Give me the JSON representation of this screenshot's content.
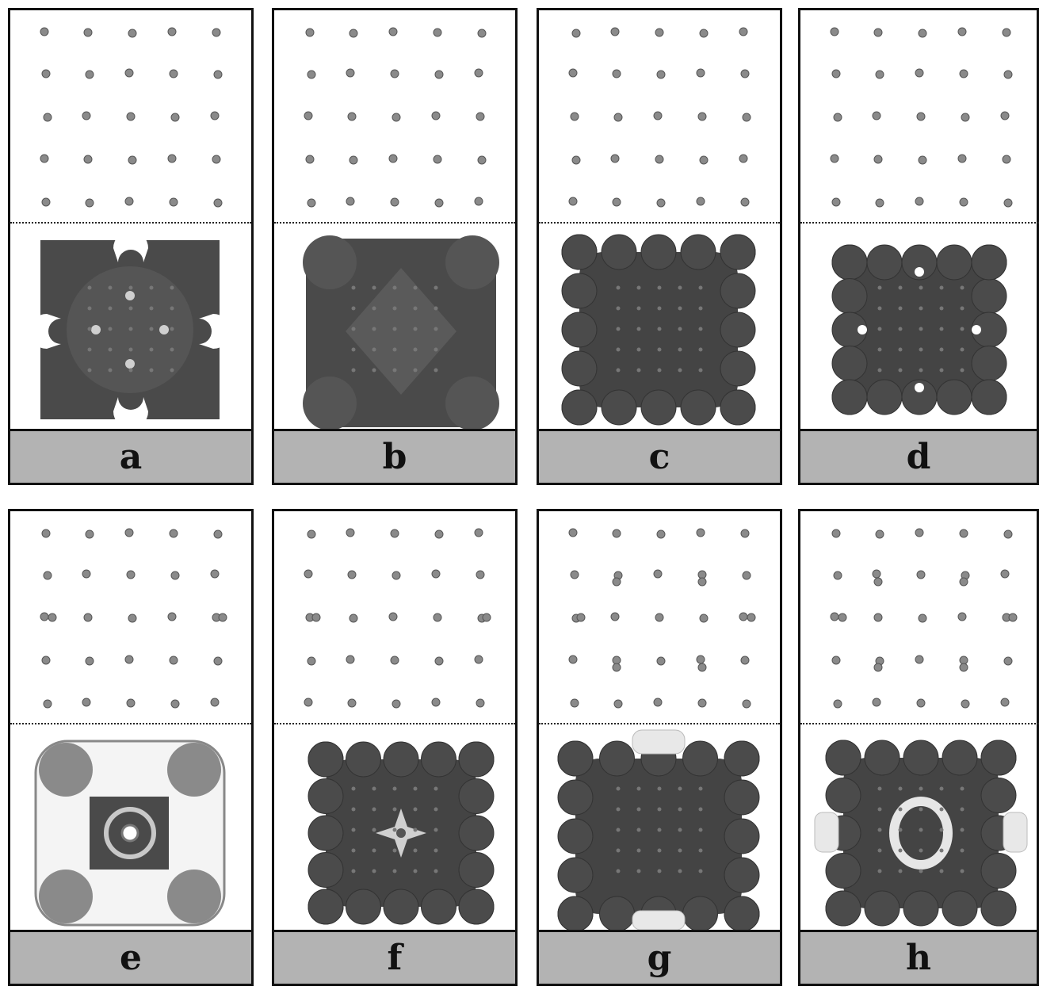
{
  "panels": [
    {
      "label": "a",
      "variant": "partial-surface-with-holes"
    },
    {
      "label": "b",
      "variant": "full-rounded-surface"
    },
    {
      "label": "c",
      "variant": "lobed-surface"
    },
    {
      "label": "d",
      "variant": "lobed-surface-with-four-holes"
    },
    {
      "label": "e",
      "variant": "open-shell-with-rings"
    },
    {
      "label": "f",
      "variant": "lobed-surface-with-cross"
    },
    {
      "label": "g",
      "variant": "lobed-surface-with-caps"
    },
    {
      "label": "h",
      "variant": "lobed-surface-with-ring"
    }
  ],
  "colors": {
    "surface": "#4a4a4a",
    "surface_highlight": "#6e6e6e",
    "atom": "#8a8a8a",
    "label_bar": "#b3b3b3",
    "frame": "#111111"
  }
}
